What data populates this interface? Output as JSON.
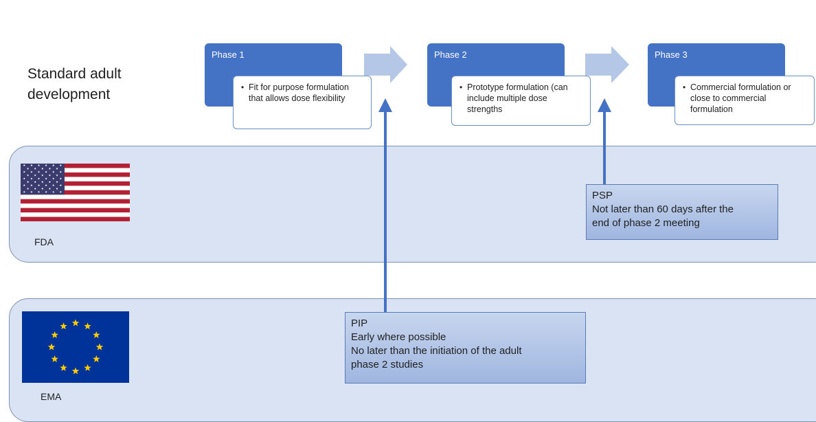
{
  "heading": "Standard adult development",
  "phases": [
    {
      "label": "Phase 1",
      "description": "Fit for purpose formulation that allows dose flexibility"
    },
    {
      "label": "Phase 2",
      "description": "Prototype formulation (can include multiple dose strengths"
    },
    {
      "label": "Phase 3",
      "description": "Commercial formulation or close to commercial formulation"
    }
  ],
  "regions": {
    "fda": {
      "label": "FDA",
      "flag": "us-flag-icon"
    },
    "ema": {
      "label": "EMA",
      "flag": "eu-flag-icon"
    }
  },
  "callouts": {
    "psp": {
      "title": "PSP",
      "lines": [
        "Not later than 60 days after the",
        "end of phase 2 meeting"
      ]
    },
    "pip": {
      "title": "PIP",
      "lines": [
        "Early where possible",
        "No later than the initiation of the adult",
        "phase 2 studies"
      ]
    }
  },
  "colors": {
    "phase_box": "#4472c4",
    "region_fill": "#dae3f3",
    "connector_arrow": "#4472c4",
    "chevron_arrow": "#b4c7e7"
  }
}
